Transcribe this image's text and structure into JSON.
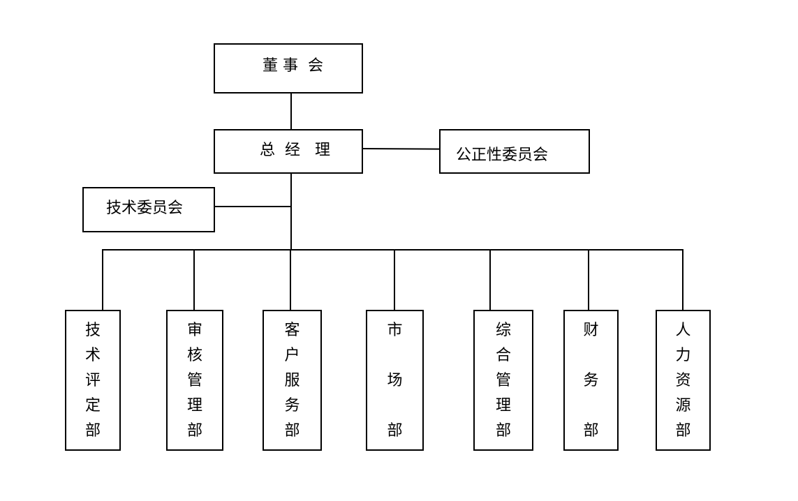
{
  "top": {
    "board": "董 事  会"
  },
  "middle": {
    "gm": "总  经   理",
    "fairness_committee": "公正性委员会",
    "tech_committee": "技术委员会"
  },
  "departments": [
    {
      "chars": [
        "技",
        "术",
        "评",
        "定",
        "部"
      ]
    },
    {
      "chars": [
        "审",
        "核",
        "管",
        "理",
        "部"
      ]
    },
    {
      "chars": [
        "客",
        "户",
        "服",
        "务",
        "部"
      ]
    },
    {
      "chars": [
        "市",
        "场",
        "部"
      ]
    },
    {
      "chars": [
        "综",
        "合",
        "管",
        "理",
        "部"
      ]
    },
    {
      "chars": [
        "财",
        "务",
        "部"
      ]
    },
    {
      "chars": [
        "人",
        "力",
        "资",
        "源",
        "部"
      ]
    }
  ]
}
